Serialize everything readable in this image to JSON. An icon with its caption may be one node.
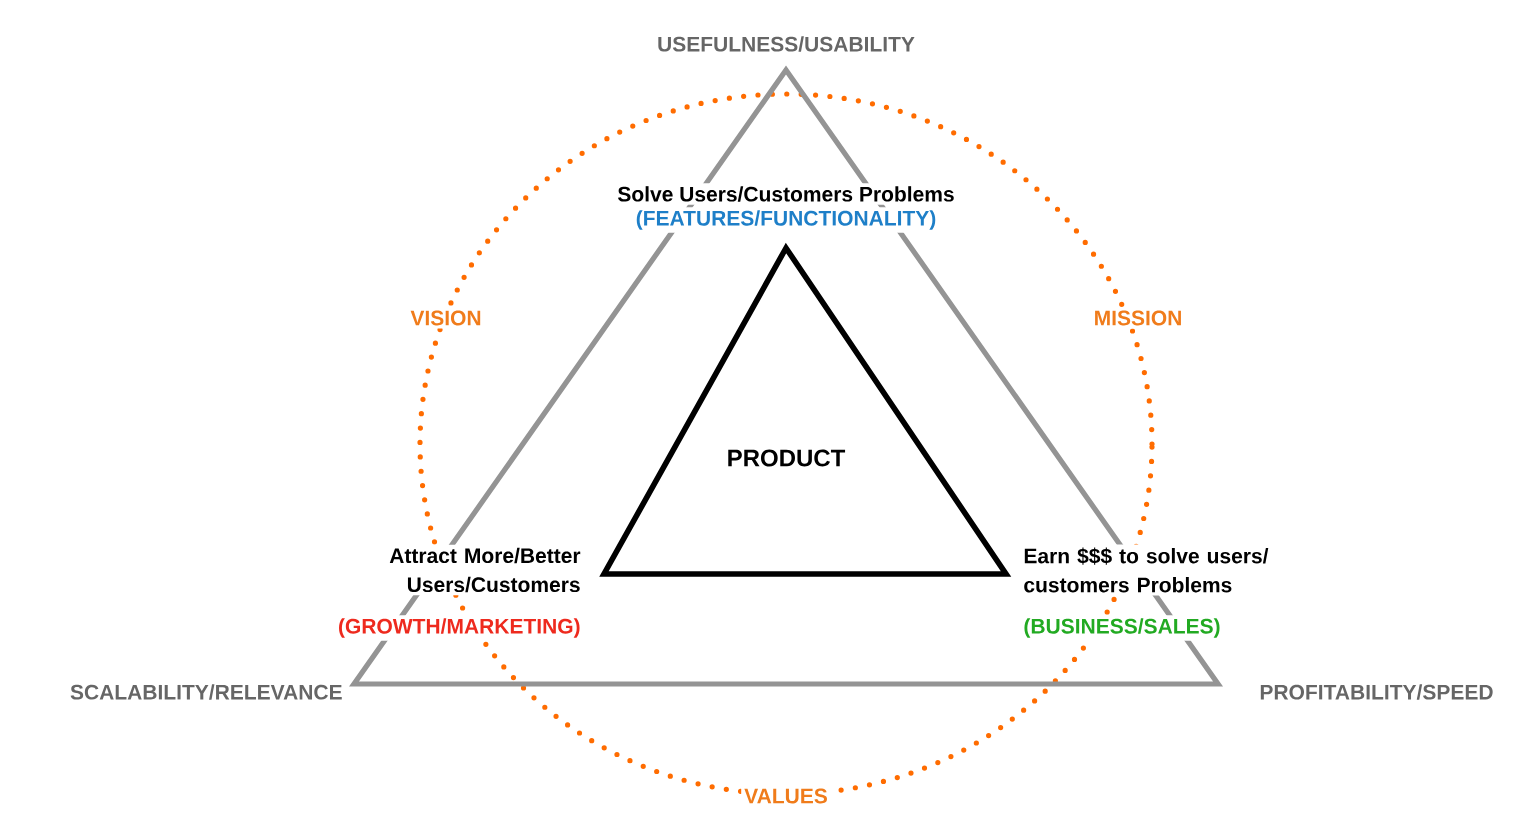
{
  "diagram": {
    "nodes": [
      {
        "text": [
          "PRODUCT"
        ]
      }
    ],
    "labels": [
      "USEFULNESS/USABILITY",
      "Solve Users/Customers Problems",
      "(FEATURES/FUNCTIONALITY)",
      "VISION",
      "MISSION",
      "Attract More/Better Users/Customers",
      "(GROWTH/MARKETING)",
      "Earn $$$ to solve users/ customers Problems",
      "(BUSINESS/SALES)",
      "SCALABILITY/RELEVANCE",
      "PROFITABILITY/SPEED",
      "VALUES"
    ]
  }
}
